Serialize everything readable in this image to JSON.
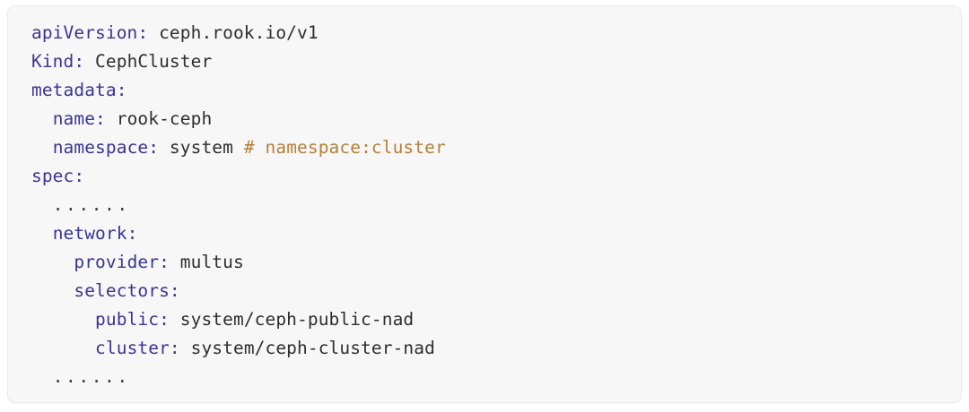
{
  "code_block": {
    "language": "yaml",
    "background_color": "#f7f7f7",
    "border_color": "#ebebeb",
    "colors": {
      "key": "#3b3593",
      "value": "#2e2e2e",
      "comment": "#b5803a",
      "ellipsis": "#3a3a3a"
    },
    "lines": [
      {
        "indent": "",
        "key": "apiVersion:",
        "value": " ceph.rook.io/v1",
        "comment": ""
      },
      {
        "indent": "",
        "key": "Kind:",
        "value": " CephCluster",
        "comment": ""
      },
      {
        "indent": "",
        "key": "metadata:",
        "value": "",
        "comment": ""
      },
      {
        "indent": "  ",
        "key": "name:",
        "value": " rook-ceph",
        "comment": ""
      },
      {
        "indent": "  ",
        "key": "namespace:",
        "value": " system ",
        "comment": "# namespace:cluster"
      },
      {
        "indent": "",
        "key": "spec:",
        "value": "",
        "comment": ""
      },
      {
        "indent": "  ",
        "key": "",
        "value": "",
        "comment": "",
        "ellipsis": "......"
      },
      {
        "indent": "  ",
        "key": "network:",
        "value": "",
        "comment": ""
      },
      {
        "indent": "    ",
        "key": "provider:",
        "value": " multus",
        "comment": ""
      },
      {
        "indent": "    ",
        "key": "selectors:",
        "value": "",
        "comment": ""
      },
      {
        "indent": "      ",
        "key": "public:",
        "value": " system/ceph-public-nad",
        "comment": ""
      },
      {
        "indent": "      ",
        "key": "cluster:",
        "value": " system/ceph-cluster-nad",
        "comment": ""
      },
      {
        "indent": "  ",
        "key": "",
        "value": "",
        "comment": "",
        "ellipsis": "......"
      }
    ]
  }
}
